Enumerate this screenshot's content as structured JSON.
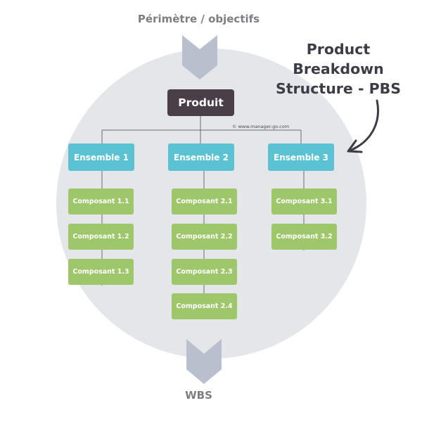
{
  "header": {
    "input_label": "Périmètre / objectifs"
  },
  "title": {
    "line1": "Product",
    "line2": "Breakdown",
    "line3": "Structure - PBS"
  },
  "root": {
    "label": "Produit"
  },
  "copyright": "© www.manager-go.com",
  "groups": [
    {
      "label": "Ensemble 1",
      "components": [
        "Composant 1.1",
        "Composant 1.2",
        "Composant 1.3"
      ]
    },
    {
      "label": "Ensemble 2",
      "components": [
        "Composant 2.1",
        "Composant 2.2",
        "Composant 2.3",
        "Composant 2.4"
      ]
    },
    {
      "label": "Ensemble 3",
      "components": [
        "Composant 3.1",
        "Composant 3.2"
      ]
    }
  ],
  "footer": {
    "output_label": "WBS"
  },
  "colors": {
    "background_circle": "#e4e6ea",
    "root_box": "#4a3e48",
    "group_box": "#5bc2d4",
    "component_box": "#9ec66a",
    "arrow": "#b9bfcd",
    "title_text": "#3c3b46",
    "label_text": "#7b7e82"
  },
  "icons": [
    "chevron-down-icon",
    "curved-arrow-icon"
  ]
}
